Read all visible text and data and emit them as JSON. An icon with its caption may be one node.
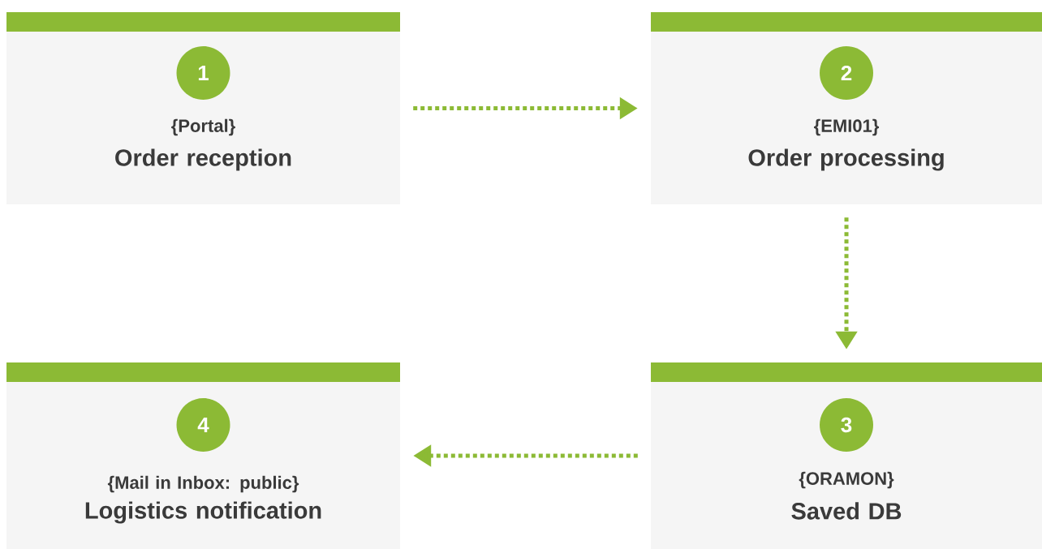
{
  "diagram": {
    "nodes": [
      {
        "text": [
          "1",
          "{Portal}",
          "Order reception"
        ]
      },
      {
        "text": [
          "2",
          "{EMI01}",
          "Order processing"
        ]
      },
      {
        "text": [
          "3",
          "{ORAMON}",
          "Saved DB"
        ]
      },
      {
        "text": [
          "4",
          "{Mail in Inbox: public}",
          "Logistics notification"
        ]
      }
    ],
    "edges": [
      {
        "from": 0,
        "to": 1,
        "arrow": "to"
      },
      {
        "from": 1,
        "to": 2,
        "arrow": "to"
      },
      {
        "from": 2,
        "to": 3,
        "arrow": "to"
      }
    ]
  }
}
